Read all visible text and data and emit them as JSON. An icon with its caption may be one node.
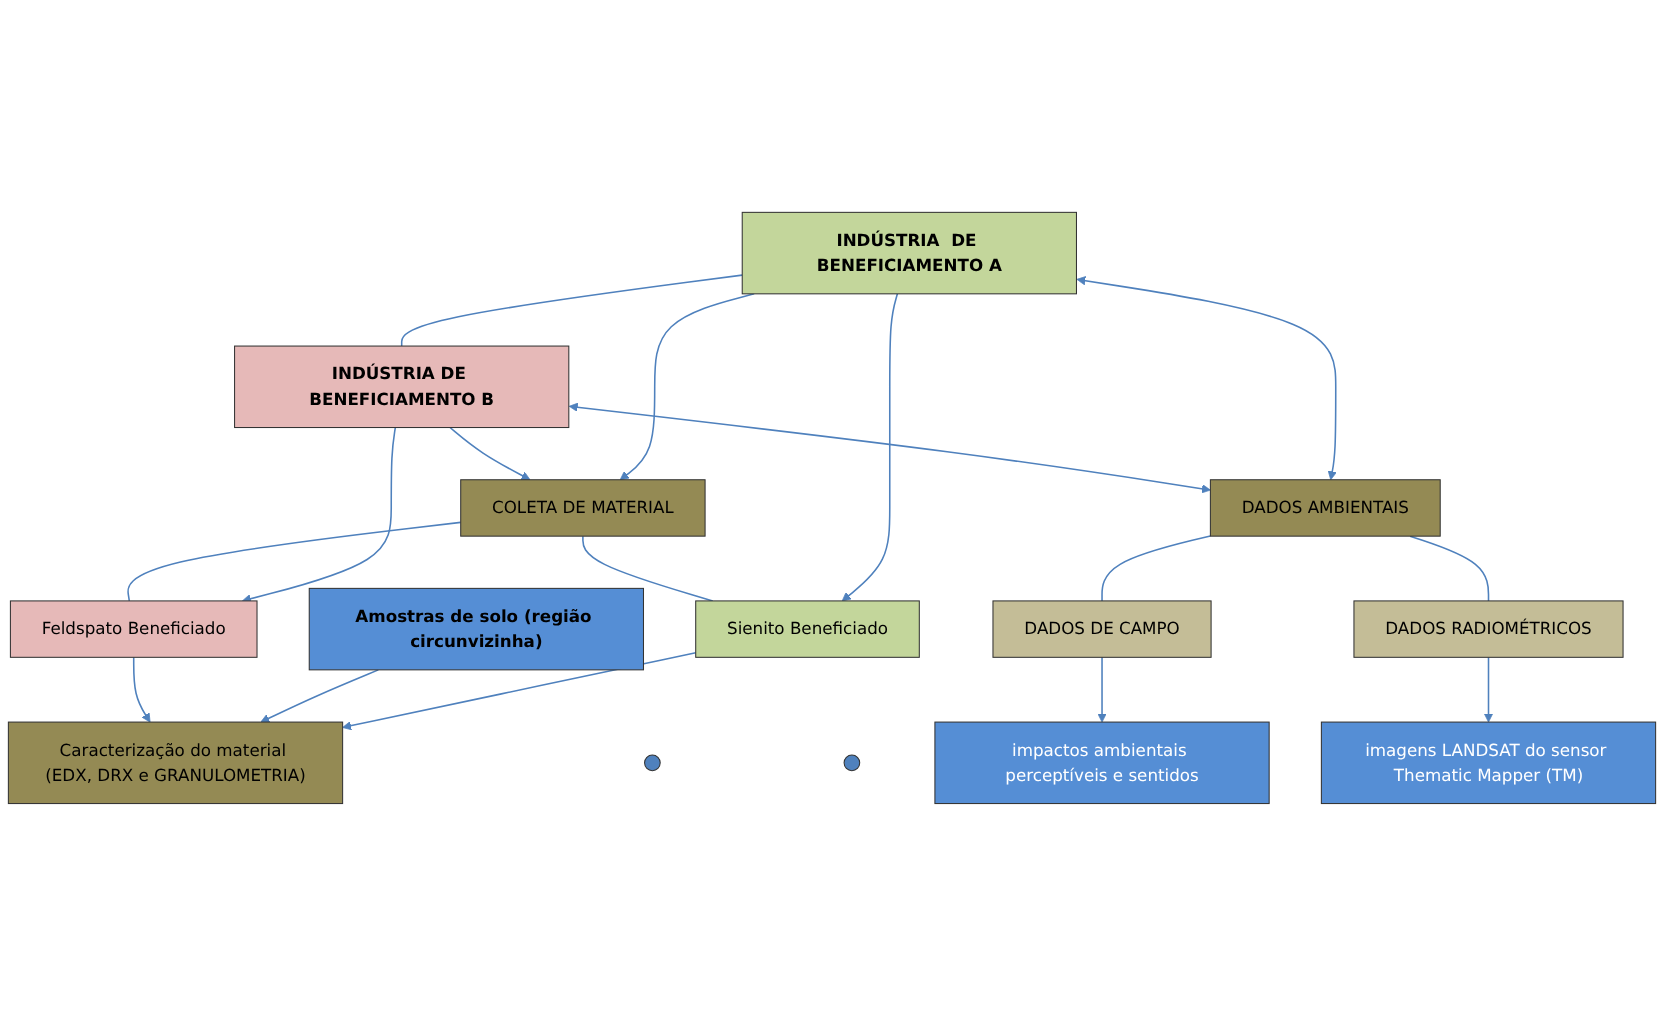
{
  "diagram": {
    "nodes": [
      {
        "text": [
          "INDÚSTRIA  DE BENEFICIAMENTO A"
        ]
      },
      {
        "text": [
          "INDÚSTRIA DE BENEFICIAMENTO B"
        ]
      },
      {
        "text": [
          "COLETA DE MATERIAL"
        ]
      },
      {
        "text": [
          "Sienito Beneficiado"
        ]
      },
      {
        "text": [],
        "shape": "plus"
      },
      {
        "text": [
          "Amostras de solo (região circunvizinha)"
        ]
      },
      {
        "text": [],
        "shape": "plus"
      },
      {
        "text": [
          "Feldspato Beneficiado"
        ]
      },
      {
        "text": [
          "Caracterização do material (EDX, DRX e GRANULOMETRIA)"
        ]
      },
      {
        "text": [
          "DADOS AMBIENTAIS"
        ]
      },
      {
        "text": [
          "DADOS DE CAMPO"
        ]
      },
      {
        "text": [
          "DADOS RADIOMÉTRICOS"
        ]
      },
      {
        "text": [
          "impactos ambientais perceptíveis e sentidos"
        ]
      },
      {
        "text": [
          "imagens LANDSAT do sensor Thematic Mapper (TM)"
        ]
      }
    ],
    "edges": [
      {
        "from": 0,
        "to": 1,
        "arrow": "none"
      },
      {
        "from": 0,
        "to": 2,
        "arrow": "to"
      },
      {
        "from": 1,
        "to": 2,
        "arrow": "to"
      },
      {
        "from": 0,
        "to": 3,
        "arrow": "to"
      },
      {
        "from": 1,
        "to": 7,
        "arrow": "to"
      },
      {
        "from": 2,
        "to": 3,
        "arrow": "none"
      },
      {
        "from": 2,
        "to": 7,
        "arrow": "none"
      },
      {
        "from": 3,
        "to": 8,
        "arrow": "to"
      },
      {
        "from": 5,
        "to": 8,
        "arrow": "to"
      },
      {
        "from": 7,
        "to": 8,
        "arrow": "to"
      },
      {
        "from": 9,
        "to": 0,
        "arrow": "both"
      },
      {
        "from": 9,
        "to": 1,
        "arrow": "both"
      },
      {
        "from": 9,
        "to": 10,
        "arrow": "none"
      },
      {
        "from": 9,
        "to": 11,
        "arrow": "none"
      },
      {
        "from": 10,
        "to": 12,
        "arrow": "to"
      },
      {
        "from": 11,
        "to": 13,
        "arrow": "to"
      }
    ]
  }
}
